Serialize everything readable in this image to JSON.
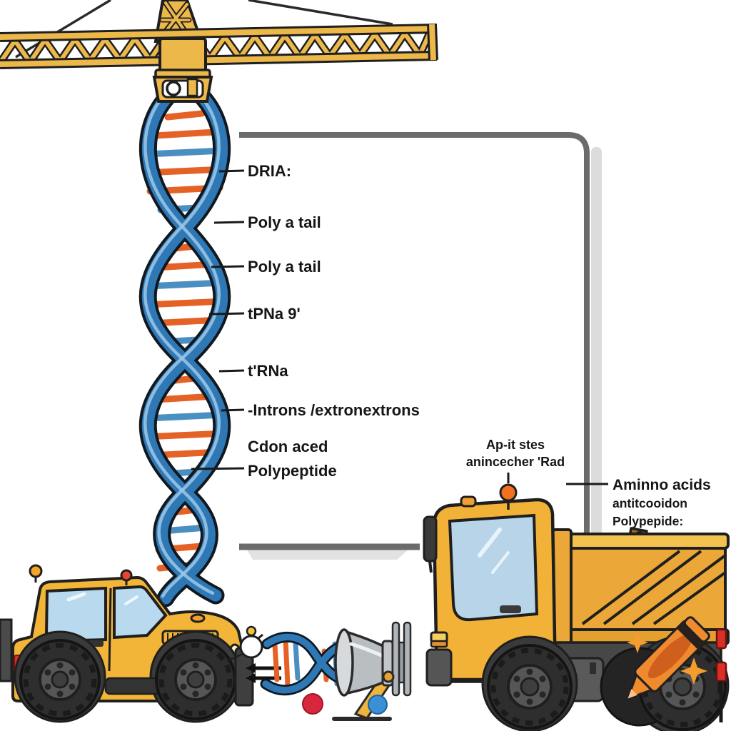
{
  "figure": {
    "title": "DNA helix construction-crane illustration",
    "style": "cartoon diagram"
  },
  "labels": {
    "helix": [
      {
        "id": "dna",
        "text": "DRIA:"
      },
      {
        "id": "poly_a_tail_1",
        "text": "Poly a tail"
      },
      {
        "id": "poly_a_tail_2",
        "text": "Poly a tail"
      },
      {
        "id": "mrna",
        "text": "tPNa 9'"
      },
      {
        "id": "trna",
        "text": "t'RNa"
      },
      {
        "id": "introns_exons",
        "text": "-Introns /extronextrons"
      },
      {
        "id": "codon",
        "text": "Cdon aced"
      },
      {
        "id": "polypeptide",
        "text": "Polypeptide"
      }
    ],
    "truck_callout": {
      "line1": "Ap-it stes",
      "line2": "anincecher 'Rad"
    },
    "amino_block": {
      "title": "Aminno acids",
      "line2": "antitcooidon",
      "line3": "Polypepide:"
    }
  },
  "icons": {
    "crane": "tower-crane",
    "helix": "dna-double-helix",
    "left_vehicle": "yellow-suv-truck",
    "right_vehicle": "yellow-dump-truck",
    "megaphone": "gray-megaphone-on-stand",
    "stopwatch": "stopwatch",
    "crayon": "orange-crayon",
    "sparkles": "four-point-stars",
    "dots": [
      "red-dot",
      "blue-dot"
    ]
  },
  "colors": {
    "crane_yellow": "#edb84a",
    "vehicle_yellow": "#f2b537",
    "bed_yellow": "#eba838",
    "helix_blue": "#2f78b6",
    "rung_orange": "#e56226",
    "rung_blue": "#4b8ec2",
    "panel_gray": "#6b6b6b",
    "shadow_gray": "#dcdcdc",
    "window_blue": "#b8d4e8",
    "crayon_orange": "#ef8a2e",
    "sparkle_orange": "#f59d2c",
    "dot_red": "#d6273c",
    "dot_blue": "#3b8fd4",
    "outline": "#1f1f1f"
  }
}
